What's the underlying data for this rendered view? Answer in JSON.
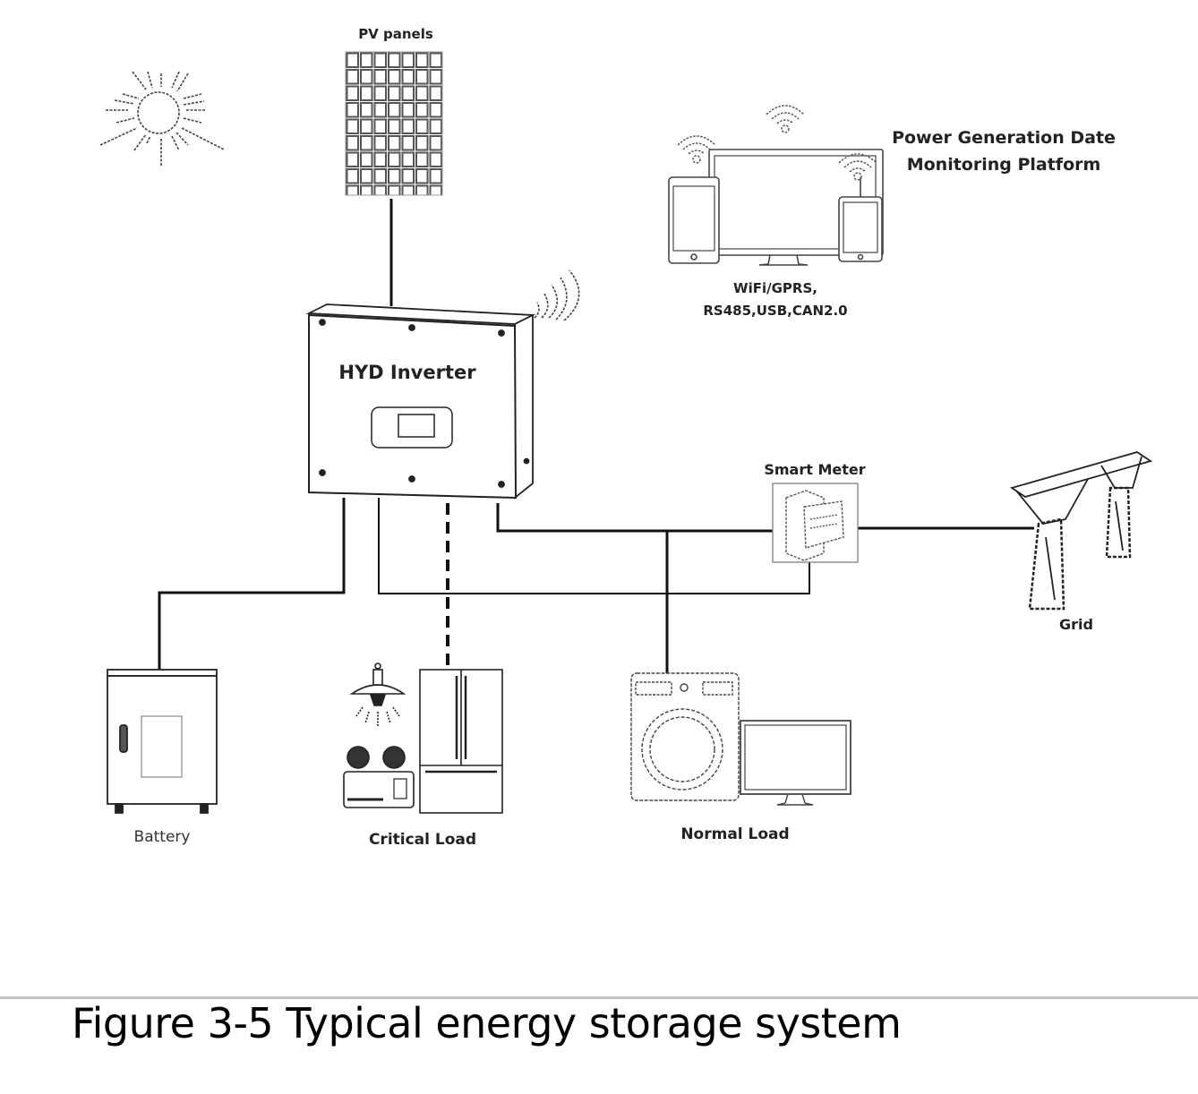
{
  "labels": {
    "pv_panels": "PV panels",
    "platform_line1": "Power Generation Date",
    "platform_line2": "Monitoring Platform",
    "comm_line1": "WiFi/GPRS,",
    "comm_line2": "RS485,USB,CAN2.0",
    "inverter": "HYD Inverter",
    "smart_meter": "Smart Meter",
    "grid": "Grid",
    "battery": "Battery",
    "critical_load": "Critical Load",
    "normal_load": "Normal Load"
  },
  "nodes": [
    {
      "id": "sun",
      "icon": "sun-icon"
    },
    {
      "id": "pv_panels",
      "icon": "solar-panel-icon"
    },
    {
      "id": "monitoring_platform",
      "icon": "devices-icon"
    },
    {
      "id": "inverter",
      "icon": "inverter-icon"
    },
    {
      "id": "smart_meter",
      "icon": "smart-meter-icon"
    },
    {
      "id": "grid",
      "icon": "power-tower-icon"
    },
    {
      "id": "battery",
      "icon": "battery-cabinet-icon"
    },
    {
      "id": "critical_load",
      "icon": "critical-load-icon"
    },
    {
      "id": "normal_load",
      "icon": "normal-load-icon"
    }
  ],
  "connections": [
    {
      "from": "pv_panels",
      "to": "inverter",
      "style": "solid"
    },
    {
      "from": "inverter",
      "to": "battery",
      "style": "solid"
    },
    {
      "from": "inverter",
      "to": "critical_load",
      "style": "dashed"
    },
    {
      "from": "inverter",
      "to": "smart_meter",
      "style": "solid"
    },
    {
      "from": "inverter",
      "to": "normal_load",
      "style": "solid"
    },
    {
      "from": "smart_meter",
      "to": "inverter",
      "style": "thin"
    },
    {
      "from": "smart_meter",
      "to": "grid",
      "style": "solid"
    },
    {
      "from": "inverter",
      "to": "monitoring_platform",
      "style": "wireless"
    }
  ],
  "caption": "Figure 3-5 Typical energy storage system"
}
